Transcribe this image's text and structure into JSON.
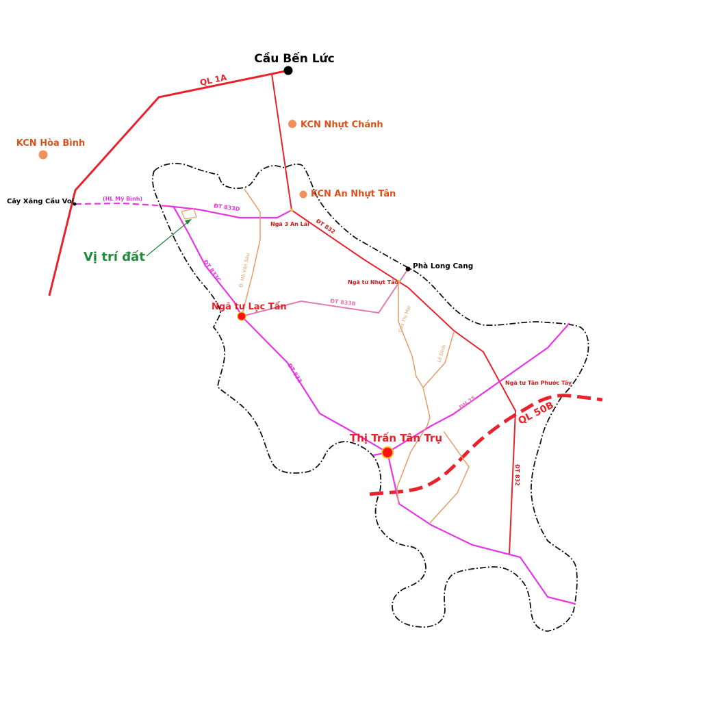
{
  "colors": {
    "background": "#ffffff",
    "national_road": "#e8212b",
    "provincial_road": "#e8212b",
    "magenta_road": "#e535e5",
    "pink_road": "#e07bb0",
    "local_road": "#e89a66",
    "boundary": "#111111",
    "industrial_zone": "#f0905a",
    "industrial_label": "#d9531e",
    "site_label": "#1f8a3b",
    "town_marker": "#ff1010"
  },
  "places": {
    "cau_ben_luc": "Cầu Bến Lức",
    "kcn_hoa_binh": "KCN Hòa Bình",
    "kcn_nhut_chanh": "KCN Nhựt Chánh",
    "kcn_an_nhut_tan": "KCN An Nhựt Tân",
    "cay_xang_cau_voi": "Cây Xăng Cầu Voi",
    "vi_tri_dat": "Vị trí đất",
    "pha_long_cang": "Phà Long Cang",
    "nga_3_an_lai": "Ngã 3 An Lái",
    "nga_tu_nhut_tao": "Ngã tư Nhựt Tảo",
    "nga_tu_lac_tan": "Ngã tư Lạc Tấn",
    "nga_tu_tan_phuoc_tay": "Ngã tư Tân Phước Tây",
    "thi_tran_tan_tru": "Thị Trấn Tân Trụ"
  },
  "roads": {
    "ql_1a": "QL 1A",
    "hl_my_binh": "(HL Mỹ Bình)",
    "dt_833d": "ĐT 833D",
    "dt_832_north": "ĐT 832",
    "dt_833c": "ĐT 833C",
    "ha_van_sau": "Đ. Hà Văn Sáu",
    "dt_833b": "ĐT 833B",
    "cao_thi_mai": "Cao Thị Mai",
    "le_dinh": "Lê Đình",
    "dt_833": "ĐT 833",
    "dh_25": "ĐH 25",
    "ql_50b": "QL 50B",
    "dt_832_south": "ĐT 832"
  }
}
